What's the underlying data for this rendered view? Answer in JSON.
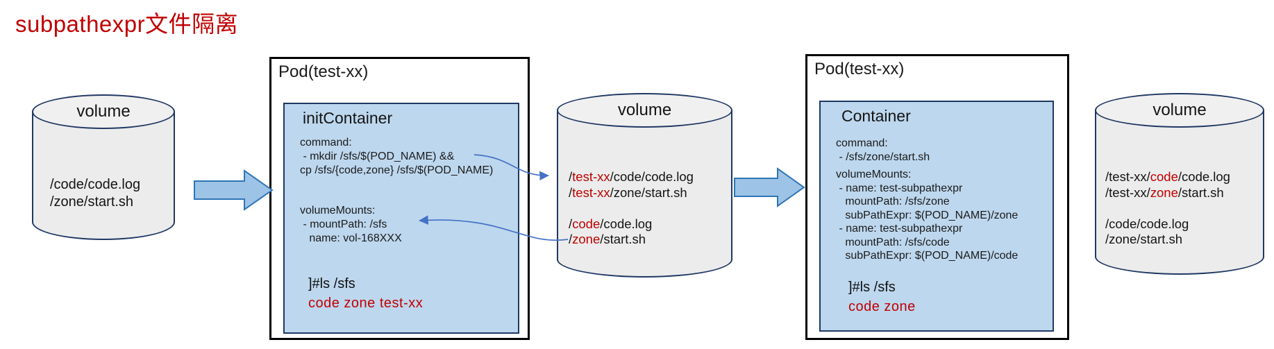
{
  "title": "subpathexpr文件隔离",
  "colors": {
    "title_red": "#C00000",
    "red_text": "#C00000",
    "cylinder_fill": "#ECECEC",
    "cylinder_border": "#1F3864",
    "pod_border": "#000000",
    "container_fill": "#BDD7EE",
    "container_border": "#1F3864",
    "block_arrow_fill": "#9DC3E6",
    "block_arrow_border": "#2E75B6",
    "connector_blue": "#4472C4"
  },
  "volumes": {
    "left": {
      "label": "volume",
      "lines": [
        [
          {
            "t": "/code/code.log"
          }
        ],
        [
          {
            "t": "/zone/start.sh"
          }
        ]
      ]
    },
    "middle": {
      "label": "volume",
      "lines": [
        [
          {
            "t": "/"
          },
          {
            "t": "test-xx",
            "red": true
          },
          {
            "t": "/code/code.log"
          }
        ],
        [
          {
            "t": "/"
          },
          {
            "t": "test-xx",
            "red": true
          },
          {
            "t": "/zone/start.sh"
          }
        ],
        [
          {
            "t": ""
          }
        ],
        [
          {
            "t": "/"
          },
          {
            "t": "code",
            "red": true
          },
          {
            "t": "/code.log"
          }
        ],
        [
          {
            "t": "/"
          },
          {
            "t": "zone",
            "red": true
          },
          {
            "t": "/start.sh"
          }
        ]
      ]
    },
    "right": {
      "label": "volume",
      "lines": [
        [
          {
            "t": "/test-xx/"
          },
          {
            "t": "code",
            "red": true
          },
          {
            "t": "/code.log"
          }
        ],
        [
          {
            "t": "/test-xx/"
          },
          {
            "t": "zone",
            "red": true
          },
          {
            "t": "/start.sh"
          }
        ],
        [
          {
            "t": ""
          }
        ],
        [
          {
            "t": "/code/code.log"
          }
        ],
        [
          {
            "t": "/zone/start.sh"
          }
        ]
      ]
    }
  },
  "pod1": {
    "label": "Pod(test-xx)",
    "container_label": "initContainer",
    "command_lines": [
      "command:",
      " - mkdir /sfs/$(POD_NAME) &&",
      "cp /sfs/{code,zone} /sfs/$(POD_NAME)"
    ],
    "mount_lines": [
      "volumeMounts:",
      " - mountPath: /sfs",
      "   name: vol-168XXX"
    ],
    "shell_prompt": "]#ls /sfs",
    "shell_output": "code  zone  test-xx"
  },
  "pod2": {
    "label": "Pod(test-xx)",
    "container_label": "Container",
    "command_lines": [
      "command:",
      " - /sfs/zone/start.sh"
    ],
    "mount_lines": [
      "volumeMounts:",
      " - name: test-subpathexpr",
      "   mountPath: /sfs/zone",
      "   subPathExpr: $(POD_NAME)/zone",
      " - name: test-subpathexpr",
      "   mountPath: /sfs/code",
      "   subPathExpr: $(POD_NAME)/code"
    ],
    "shell_prompt": "]#ls /sfs",
    "shell_output": "code  zone"
  }
}
